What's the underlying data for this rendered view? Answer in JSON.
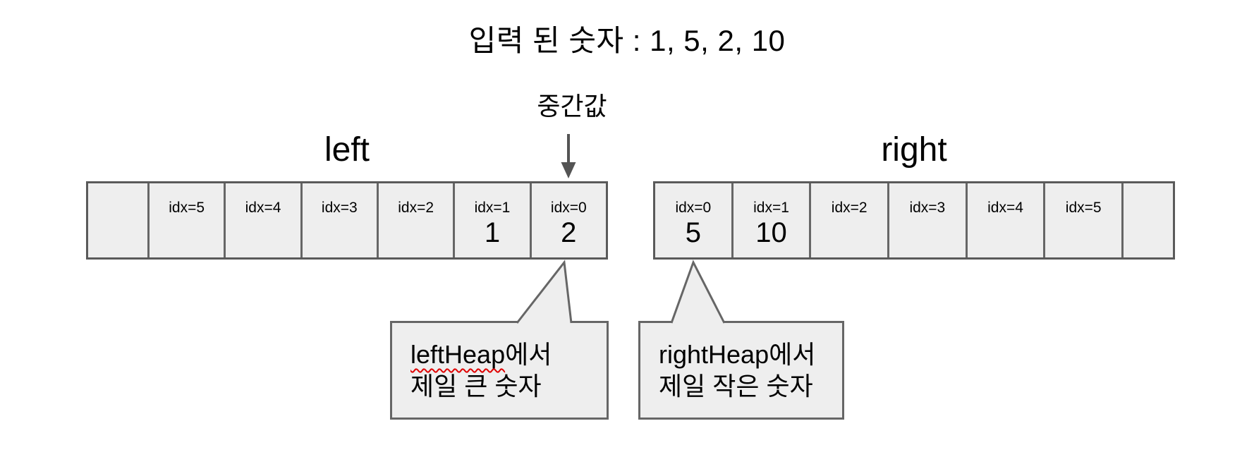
{
  "title": "입력 된 숫자 : 1, 5, 2, 10",
  "median": {
    "label": "중간값"
  },
  "left_array": {
    "label": "left",
    "cells": [
      {
        "idx": "",
        "value": ""
      },
      {
        "idx": "idx=5",
        "value": ""
      },
      {
        "idx": "idx=4",
        "value": ""
      },
      {
        "idx": "idx=3",
        "value": ""
      },
      {
        "idx": "idx=2",
        "value": ""
      },
      {
        "idx": "idx=1",
        "value": "1"
      },
      {
        "idx": "idx=0",
        "value": "2"
      }
    ]
  },
  "right_array": {
    "label": "right",
    "cells": [
      {
        "idx": "idx=0",
        "value": "5"
      },
      {
        "idx": "idx=1",
        "value": "10"
      },
      {
        "idx": "idx=2",
        "value": ""
      },
      {
        "idx": "idx=3",
        "value": ""
      },
      {
        "idx": "idx=4",
        "value": ""
      },
      {
        "idx": "idx=5",
        "value": ""
      },
      {
        "idx": "",
        "value": ""
      }
    ]
  },
  "callouts": {
    "left": {
      "highlight": "leftHeap",
      "suffix": "에서",
      "line2": "제일 큰 숫자"
    },
    "right": {
      "line1": "rightHeap에서",
      "line2": "제일 작은 숫자"
    }
  },
  "colors": {
    "background": "#ffffff",
    "cell_fill": "#eeeeee",
    "border": "#5a5a5a",
    "arrow": "#545454",
    "squiggle": "#e00000",
    "text": "#000000"
  }
}
